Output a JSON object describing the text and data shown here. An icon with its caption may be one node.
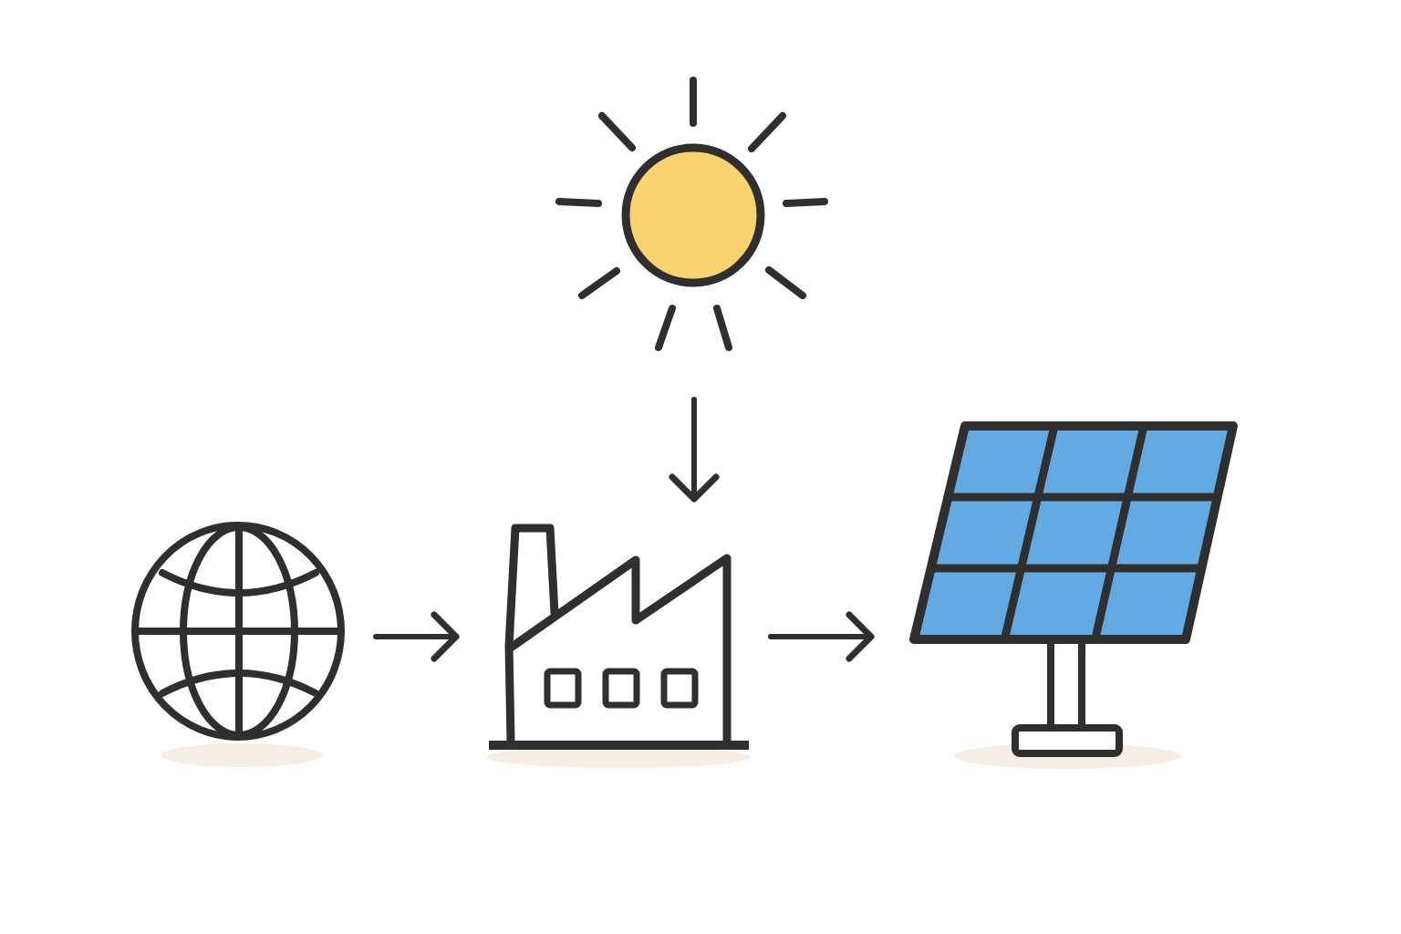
{
  "diagram": {
    "nodes": [
      {
        "text": [],
        "shape": "picture"
      },
      {
        "text": [],
        "shape": "picture"
      },
      {
        "text": [],
        "shape": "picture"
      },
      {
        "text": [],
        "shape": "picture"
      }
    ],
    "edges": [
      {
        "from": 0,
        "to": 2,
        "arrow": "to"
      },
      {
        "from": 1,
        "to": 2,
        "arrow": "to"
      },
      {
        "from": 2,
        "to": 3,
        "arrow": "to"
      }
    ]
  }
}
